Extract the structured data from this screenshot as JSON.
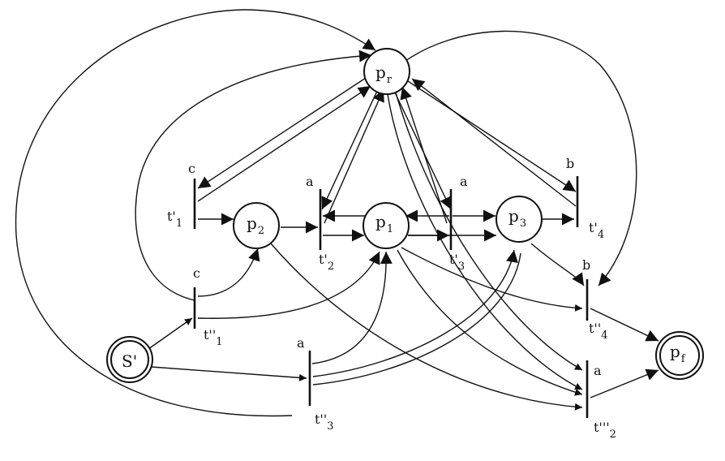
{
  "diagram": {
    "places": {
      "pr": {
        "main": "p",
        "sub": "r"
      },
      "p1": {
        "main": "p",
        "sub": "1"
      },
      "p2": {
        "main": "p",
        "sub": "2"
      },
      "p3": {
        "main": "p",
        "sub": "3"
      },
      "pf": {
        "main": "p",
        "sub": "f"
      },
      "s": {
        "main": "S'"
      }
    },
    "transitions": {
      "t1p": {
        "name": "t'",
        "sub": "1",
        "action": "c"
      },
      "t1pp": {
        "name": "t''",
        "sub": "1",
        "action": "c"
      },
      "t2p": {
        "name": "t'",
        "sub": "2",
        "action": "a"
      },
      "t2ppp": {
        "name": "t'''",
        "sub": "2",
        "action": "a"
      },
      "t3p": {
        "name": "t'",
        "sub": "3",
        "action": "a"
      },
      "t3pp": {
        "name": "t''",
        "sub": "3",
        "action": "a"
      },
      "t4p": {
        "name": "t'",
        "sub": "4",
        "action": "b"
      },
      "t4pp": {
        "name": "t''",
        "sub": "4",
        "action": "b"
      }
    },
    "colors": {
      "ink": "#111111",
      "background": "#ffffff"
    }
  }
}
